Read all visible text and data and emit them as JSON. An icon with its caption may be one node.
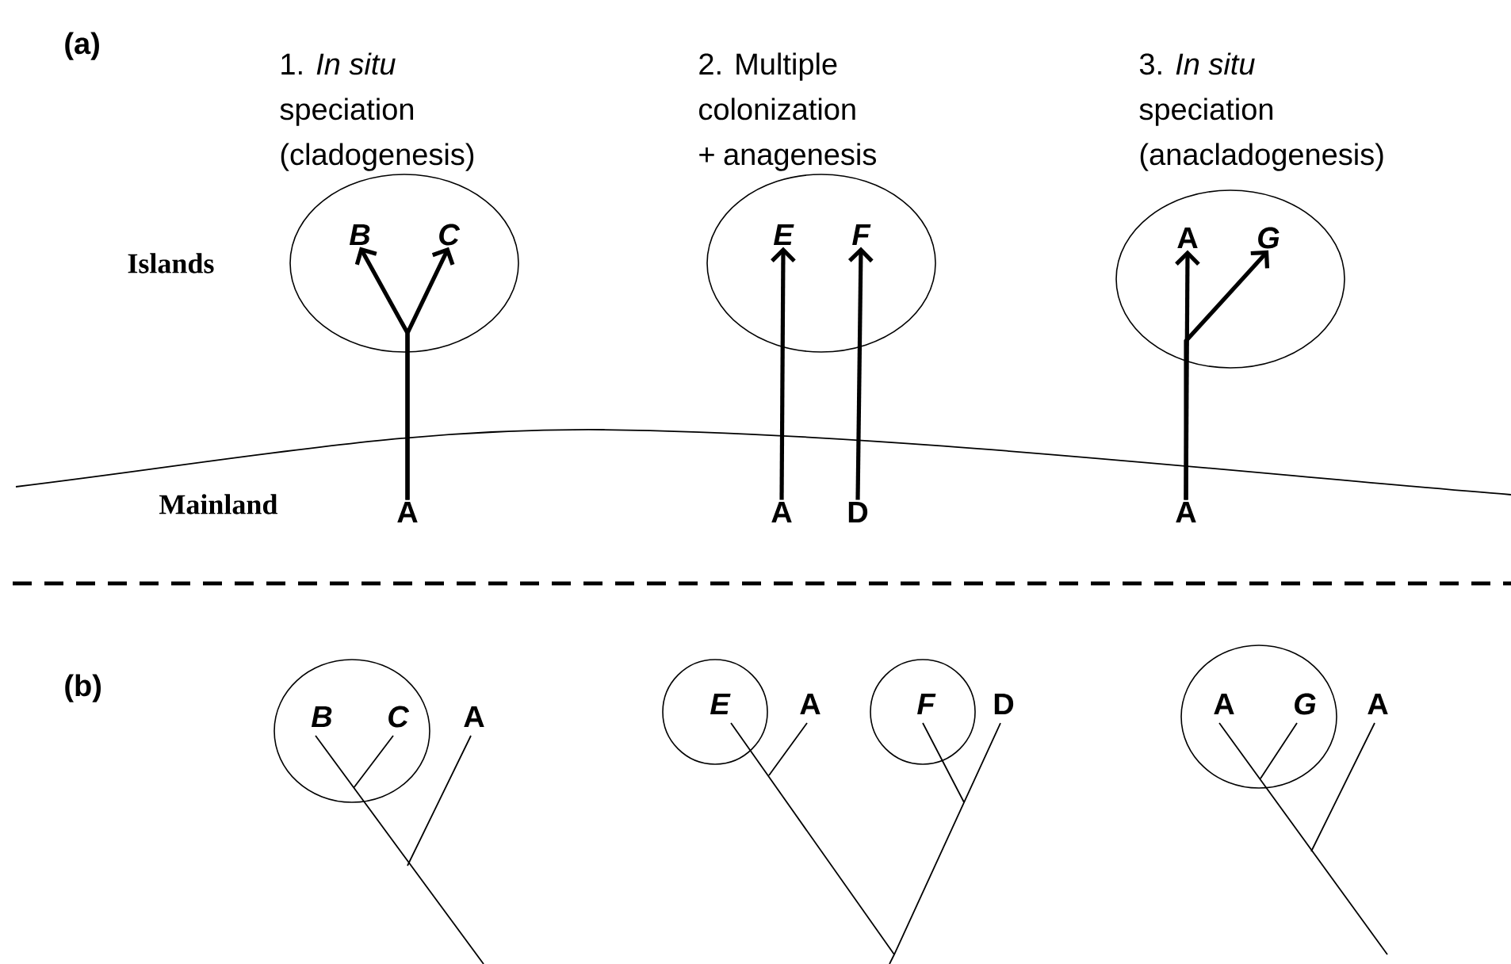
{
  "diagram": {
    "nodes": [
      {
        "text": [],
        "shape": "ellipse"
      },
      {
        "text": [
          "B"
        ],
        "in": 0
      },
      {
        "text": [
          "C"
        ],
        "in": 0
      },
      {
        "text": [
          "A"
        ]
      },
      {
        "text": [],
        "shape": "ellipse"
      },
      {
        "text": [
          "E"
        ],
        "in": 4
      },
      {
        "text": [
          "F"
        ],
        "in": 4
      },
      {
        "text": [
          "A"
        ]
      },
      {
        "text": [
          "D"
        ]
      },
      {
        "text": [],
        "shape": "ellipse"
      },
      {
        "text": [
          "A"
        ],
        "in": 9
      },
      {
        "text": [
          "G"
        ],
        "in": 9
      },
      {
        "text": [
          "A"
        ]
      },
      {
        "text": [],
        "shape": "ellipse"
      },
      {
        "text": [
          "B"
        ],
        "in": 13
      },
      {
        "text": [
          "C"
        ],
        "in": 13
      },
      {
        "text": [
          "A"
        ]
      },
      {
        "text": [],
        "shape": "ellipse"
      },
      {
        "text": [
          "E"
        ],
        "in": 17
      },
      {
        "text": [
          "A"
        ]
      },
      {
        "text": [],
        "shape": "ellipse"
      },
      {
        "text": [
          "F"
        ],
        "in": 20
      },
      {
        "text": [
          "D"
        ]
      },
      {
        "text": [],
        "shape": "ellipse"
      },
      {
        "text": [
          "A"
        ],
        "in": 23
      },
      {
        "text": [
          "G"
        ],
        "in": 23
      },
      {
        "text": [
          "A"
        ]
      }
    ],
    "edges": [
      {
        "from": 3,
        "to": 1,
        "arrow": "to"
      },
      {
        "from": 3,
        "to": 2,
        "arrow": "to"
      },
      {
        "from": 7,
        "to": 5,
        "arrow": "to"
      },
      {
        "from": 8,
        "to": 6,
        "arrow": "to"
      },
      {
        "from": 12,
        "to": 10,
        "arrow": "to"
      },
      {
        "from": 12,
        "to": 11,
        "arrow": "to"
      }
    ],
    "labels": [
      "(a)",
      "1. *In situ* speciation (cladogenesis)",
      "2. Multiple colonization + anagenesis",
      "3. *In situ* speciation (anacladogenesis)",
      "Islands",
      "Mainland",
      "(b)"
    ]
  }
}
